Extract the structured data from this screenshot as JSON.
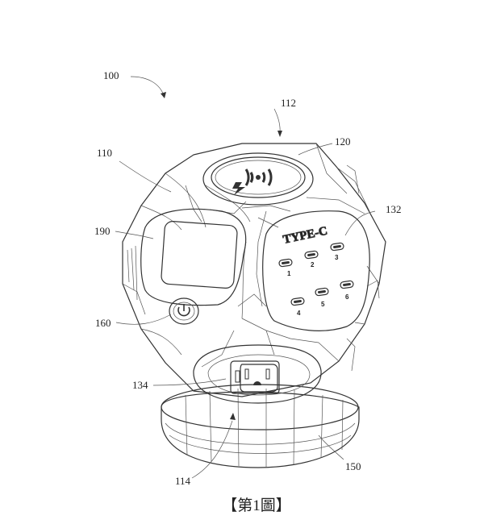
{
  "references": {
    "r100": "100",
    "r112": "112",
    "r110": "110",
    "r120": "120",
    "r132": "132",
    "r190": "190",
    "r160": "160",
    "r134": "134",
    "r150": "150",
    "r114": "114"
  },
  "usb_panel": {
    "label": "TYPE-C",
    "ports": [
      "1",
      "2",
      "3",
      "4",
      "5",
      "6"
    ]
  },
  "caption": "【第1圖】",
  "icons": [
    "wireless-charging-icon",
    "power-icon",
    "ac-outlet-icon",
    "usb-c-port-icon"
  ]
}
